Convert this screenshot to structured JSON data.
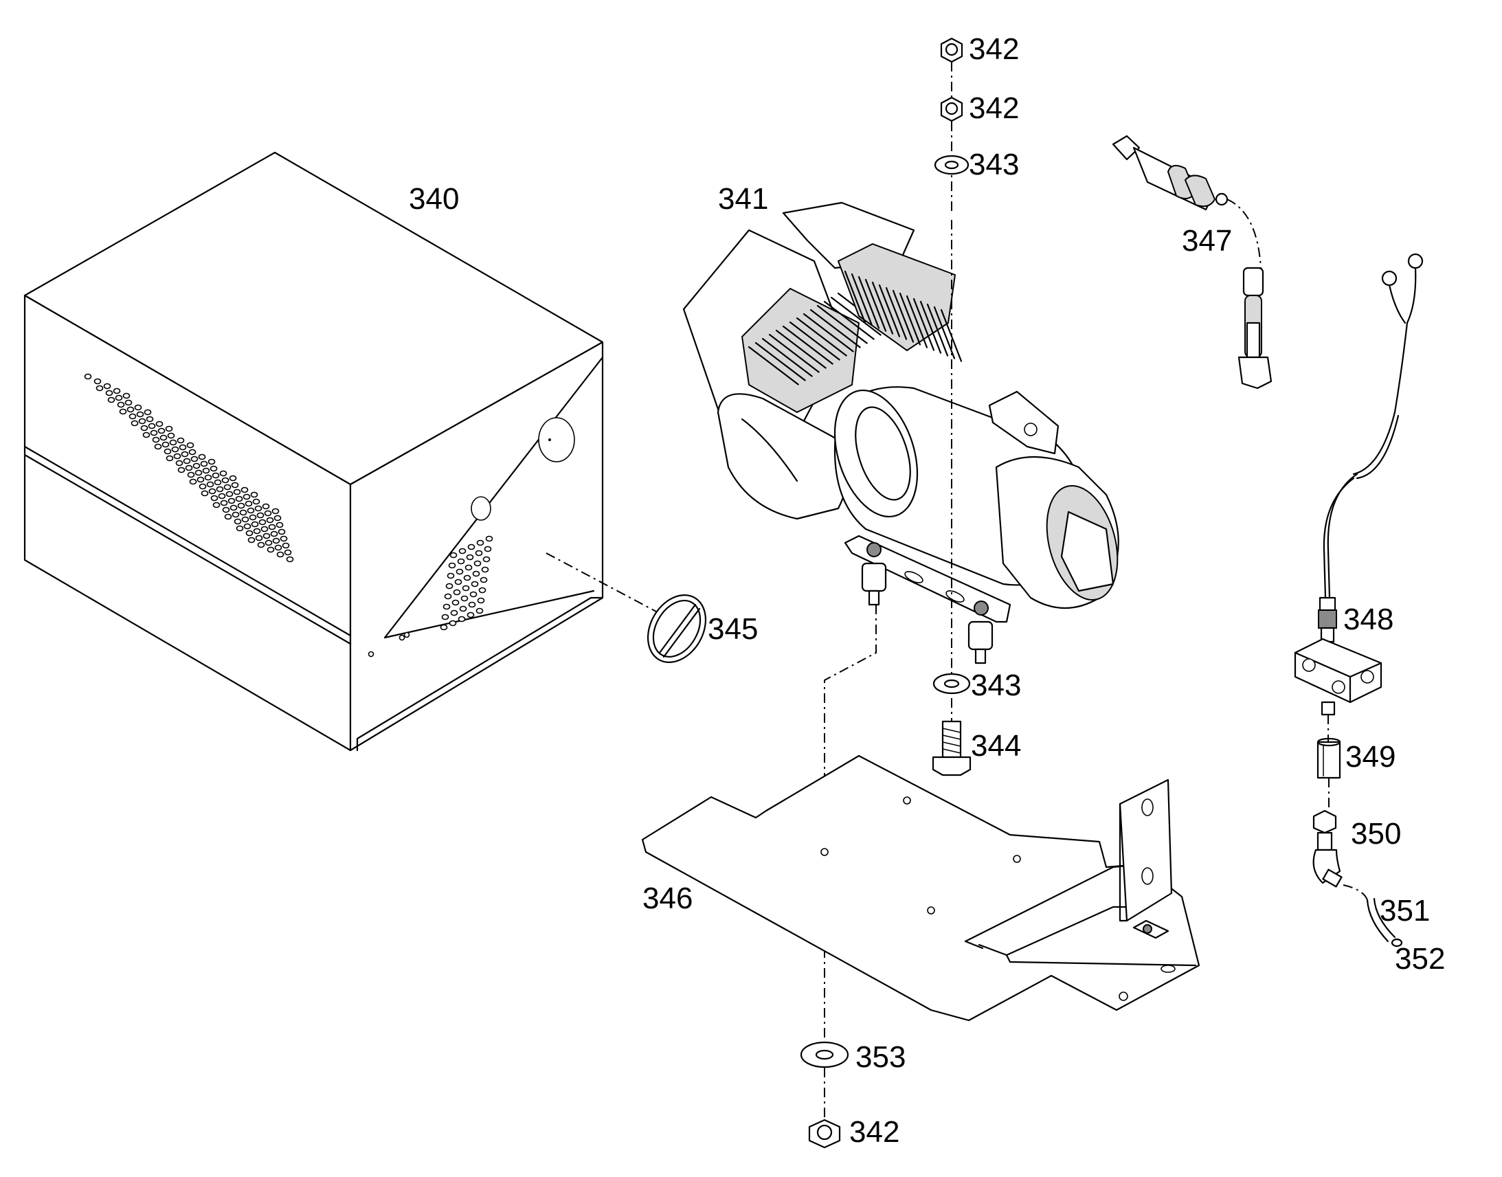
{
  "callouts": [
    {
      "id": "c-342-top-1",
      "text": "342"
    },
    {
      "id": "c-342-top-2",
      "text": "342"
    },
    {
      "id": "c-343-top",
      "text": "343"
    },
    {
      "id": "c-340",
      "text": "340"
    },
    {
      "id": "c-341",
      "text": "341"
    },
    {
      "id": "c-347",
      "text": "347"
    },
    {
      "id": "c-345",
      "text": "345"
    },
    {
      "id": "c-348",
      "text": "348"
    },
    {
      "id": "c-343-mid",
      "text": "343"
    },
    {
      "id": "c-344",
      "text": "344"
    },
    {
      "id": "c-349",
      "text": "349"
    },
    {
      "id": "c-350",
      "text": "350"
    },
    {
      "id": "c-346",
      "text": "346"
    },
    {
      "id": "c-351",
      "text": "351"
    },
    {
      "id": "c-352",
      "text": "352"
    },
    {
      "id": "c-353",
      "text": "353"
    },
    {
      "id": "c-342-bottom",
      "text": "342"
    }
  ]
}
